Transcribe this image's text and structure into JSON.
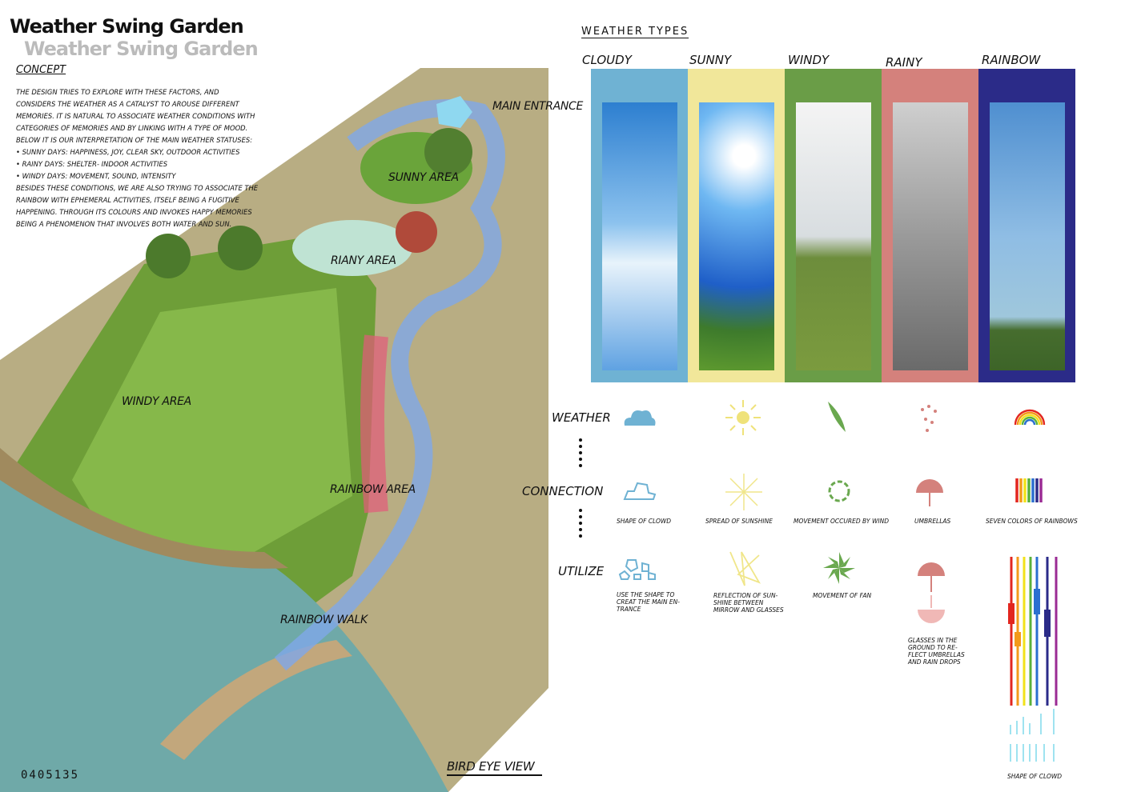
{
  "title": "Weather Swing Garden",
  "concept": {
    "heading": "CONCEPT",
    "paragraph1": "The design tries to explore with these factors, and considers the weather as a catalyst to arouse different memories. It is natural to associate weather conditions with categories of memories and by linking with a type of mood. Below it is our interpretation of the main weather statuses:",
    "bullets": [
      "Sunny days: happiness, joy, clear sky, outdoor activities",
      "Rainy days: shelter- indoor activities",
      "Windy days: movement, sound, intensity"
    ],
    "paragraph2": "Besides these conditions, we are also trying to associate the rainbow with ephemeral activities, itself being a fugitive happening. Through its colours and invokes happy memories being a phenomenon that involves both water and sun."
  },
  "plan_labels": {
    "main_entrance": "MAIN ENTRANCE",
    "sunny_area": "SUNNY AREA",
    "riany_area": "RIANY AREA",
    "windy_area": "WINDY AREA",
    "rainbow_area": "RAINBOW AREA",
    "rainbow_walk": "RAINBOW WALK",
    "bird_eye_view": "BIRD EYE VIEW",
    "id": "0405135"
  },
  "weather_types": {
    "heading": "WEATHER TYPES",
    "types": [
      {
        "name": "CLOUDY",
        "color": "#6fb2d3"
      },
      {
        "name": "SUNNY",
        "color": "#f1e79a"
      },
      {
        "name": "WINDY",
        "color": "#6a9d47"
      },
      {
        "name": "RAINY",
        "color": "#d4817c"
      },
      {
        "name": "RAINBOW",
        "color": "#2b2b88"
      }
    ]
  },
  "rows": {
    "weather": "WEATHER",
    "connection": "CONNECTION",
    "utilize": "UTILIZE"
  },
  "connections": [
    "SHAPE OF CLOWD",
    "SPREAD OF SUNSHINE",
    "MOVEMENT OCCURED BY WIND",
    "UMBRELLAS",
    "SEVEN COLORS OF RAINBOWS"
  ],
  "utilize": [
    "USE THE SHAPE TO CREAT THE MAIN EN- TRANCE",
    "REFLECTION OF SUN- SHINE BETWEEN MIRROW AND GLASSES",
    "MOVEMENT OF FAN",
    "GLASSES IN THE GROUND TO RE- FLECT UMBRELLAS AND RAIN DROPS",
    "SHAPE OF CLOWD"
  ]
}
